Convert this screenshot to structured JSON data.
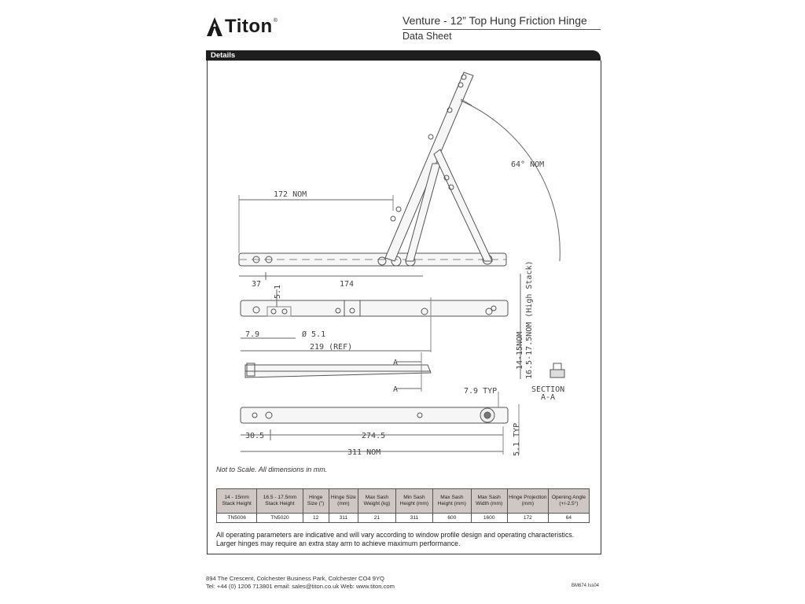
{
  "header": {
    "brand": "Titon",
    "brand_mark": "®",
    "title": "Venture - 12” Top Hung Friction Hinge",
    "subtitle": "Data Sheet"
  },
  "section": {
    "label": "Details"
  },
  "drawing": {
    "dims": {
      "angle": "64° NOM",
      "width_172": "172 NOM",
      "d37": "37",
      "d174": "174",
      "d51a": "5.1",
      "d79": "7.9",
      "hole": "Ø 5.1",
      "ref219": "219 (REF)",
      "secA1": "A",
      "secA2": "A",
      "typ79": "7.9 TYP",
      "d305": "30.5",
      "d2745": "274.5",
      "nom311": "311 NOM",
      "typ51": "5.1 TYP",
      "stack1": "14-15NOM",
      "stack2": "16.5-17.5NOM (High Stack)",
      "section_label1": "SECTION",
      "section_label2": "A-A"
    }
  },
  "note": "Not to Scale. All dimensions in mm.",
  "table": {
    "headers": [
      "14 - 15mm Stack Height",
      "16.5 - 17.5mm Stack Height",
      "Hinge Size (\")",
      "Hinge Size (mm)",
      "Max Sash Weight (kg)",
      "Min Sash Height (mm)",
      "Max Sash Height (mm)",
      "Max Sash Width (mm)",
      "Hinge Projection (mm)",
      "Opening Angle (+/-2.5°)"
    ],
    "rows": [
      [
        "TN5006",
        "TN5020",
        "12",
        "311",
        "21",
        "311",
        "600",
        "1600",
        "172",
        "64"
      ]
    ]
  },
  "disclaimer": "All operating parameters are indicative and will vary according to window profile design and operating characteristics. Larger hinges may require an extra stay arm to achieve maximum performance.",
  "footer": {
    "address": "894 The Crescent, Colchester Business Park, Colchester CO4 9YQ",
    "contact": "Tel: +44 (0) 1206 713801   email: sales@titon.co.uk   Web: www.titon.com",
    "code": "BM674 Iss04"
  }
}
